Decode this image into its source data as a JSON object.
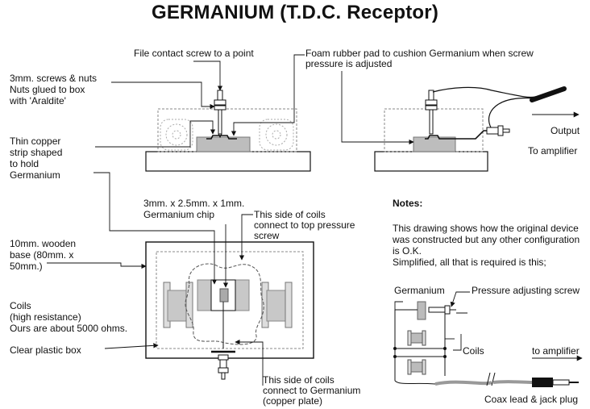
{
  "title": "GERMANIUM  (T.D.C. Receptor)",
  "labels": {
    "file_contact": "File contact screw to a point",
    "foam_pad_1": "Foam rubber pad to cushion Germanium when screw",
    "foam_pad_2": "pressure is adjusted",
    "screws_1": "3mm. screws & nuts",
    "screws_2": "Nuts glued to box",
    "screws_3": "with 'Araldite'",
    "copper_1": "Thin copper",
    "copper_2": "strip shaped",
    "copper_3": "to hold",
    "copper_4": "Germanium",
    "output": "Output",
    "to_amplifier_top": "To amplifier",
    "chip_1": "3mm. x 2.5mm. x 1mm.",
    "chip_2": "Germanium chip",
    "top_side_1": "This side of coils",
    "top_side_2": "connect to top pressure",
    "top_side_3": "screw",
    "base_1": "10mm. wooden",
    "base_2": "base (80mm. x",
    "base_3": "50mm.)",
    "coils_1": "Coils",
    "coils_2": "(high resistance)",
    "coils_3": "Ours are about 5000 ohms.",
    "clear_box": "Clear plastic box",
    "bottom_side_1": "This side of coils",
    "bottom_side_2": "connect to Germanium",
    "bottom_side_3": "(copper plate)"
  },
  "notes": {
    "heading": "Notes:",
    "line1": "This drawing shows how the original device",
    "line2": "was constructed but any other configuration",
    "line3": "is O.K.",
    "line4": "Simplified, all that is required is this;"
  },
  "schematic": {
    "germanium": "Germanium",
    "pressure_screw": "Pressure adjusting screw",
    "coils": "Coils",
    "to_amplifier": "to amplifier",
    "coax": "Coax lead & jack plug"
  }
}
